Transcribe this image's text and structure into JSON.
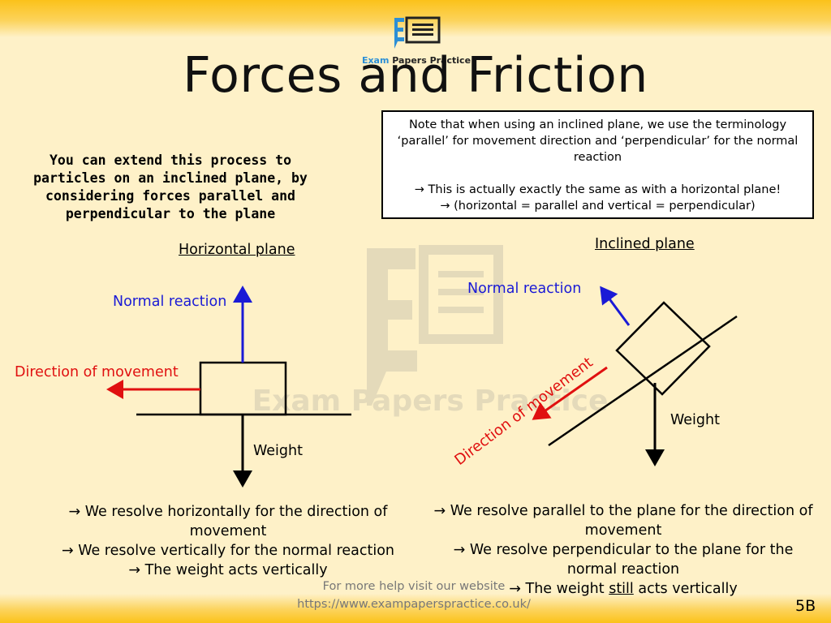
{
  "logo": {
    "text_first": "Exam",
    "text_rest": " Papers Practice",
    "accent": "#2c8fd6",
    "dark": "#222222"
  },
  "watermark_text": "Exam Papers Practice",
  "title": "Forces and Friction",
  "intro": "You can extend this process to particles on an inclined plane, by considering forces parallel and perpendicular to the plane",
  "note": {
    "line1": "Note that when using an inclined plane, we use the terminology ‘parallel’ for movement direction and ‘perpendicular’ for the normal reaction",
    "line2": "→  This is actually exactly the same as with a horizontal plane!",
    "line3": "→  (horizontal = parallel and vertical = perpendicular)"
  },
  "horizontal": {
    "heading": "Horizontal plane",
    "normal": "Normal reaction",
    "movement": "Direction of movement",
    "weight": "Weight",
    "bullets": [
      "→ We resolve horizontally for the direction of movement",
      "→ We resolve vertically for the normal reaction",
      "→ The weight acts vertically"
    ]
  },
  "inclined": {
    "heading": "Inclined plane",
    "normal": "Normal reaction",
    "movement": "Direction of movement",
    "weight": "Weight",
    "bullet1": "→ We resolve parallel to the plane for the direction of movement",
    "bullet2": "→ We resolve perpendicular to the plane for the normal reaction",
    "bullet3_pre": "→ The weight ",
    "bullet3_still": "still",
    "bullet3_post": " acts vertically"
  },
  "footer": {
    "line1": "For more help visit our website",
    "line2": "https://www.exampaperspractice.co.uk/"
  },
  "page_number": "5B",
  "colors": {
    "normal_reaction": "#1a1ad6",
    "movement": "#e01010",
    "weight": "#000000",
    "background": "#fef1c8",
    "band": "#fbc21a"
  }
}
